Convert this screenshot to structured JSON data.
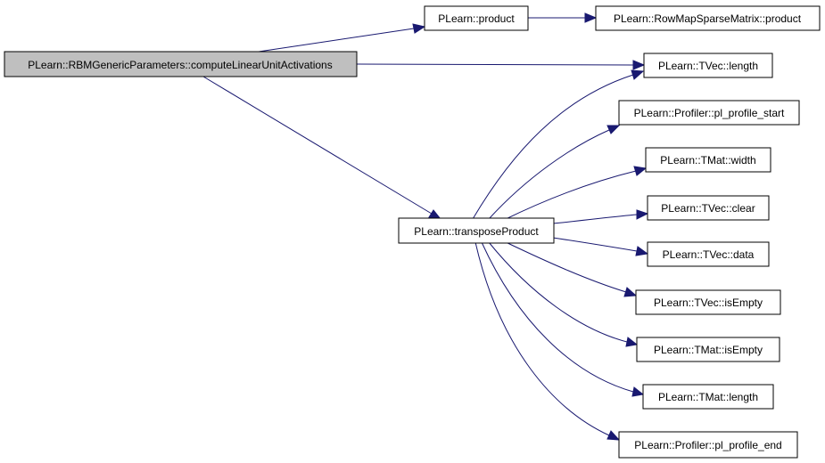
{
  "diagram": {
    "colors": {
      "edge": "#191970",
      "root_fill": "#bfbfbf",
      "node_fill": "#ffffff",
      "border": "#000000"
    },
    "nodes": {
      "root": "PLearn::RBMGenericParameters::computeLinearUnitActivations",
      "product": "PLearn::product",
      "rowmap_product": "PLearn::RowMapSparseMatrix::product",
      "tvec_length": "PLearn::TVec::length",
      "profile_start": "PLearn::Profiler::pl_profile_start",
      "tmat_width": "PLearn::TMat::width",
      "tvec_clear": "PLearn::TVec::clear",
      "tvec_data": "PLearn::TVec::data",
      "transpose_product": "PLearn::transposeProduct",
      "tvec_isempty": "PLearn::TVec::isEmpty",
      "tmat_isempty": "PLearn::TMat::isEmpty",
      "tmat_length": "PLearn::TMat::length",
      "profile_end": "PLearn::Profiler::pl_profile_end"
    },
    "edges": [
      {
        "from": "root",
        "to": "product"
      },
      {
        "from": "root",
        "to": "tvec_length"
      },
      {
        "from": "root",
        "to": "transpose_product"
      },
      {
        "from": "product",
        "to": "rowmap_product"
      },
      {
        "from": "transpose_product",
        "to": "tvec_length"
      },
      {
        "from": "transpose_product",
        "to": "profile_start"
      },
      {
        "from": "transpose_product",
        "to": "tmat_width"
      },
      {
        "from": "transpose_product",
        "to": "tvec_clear"
      },
      {
        "from": "transpose_product",
        "to": "tvec_data"
      },
      {
        "from": "transpose_product",
        "to": "tvec_isempty"
      },
      {
        "from": "transpose_product",
        "to": "tmat_isempty"
      },
      {
        "from": "transpose_product",
        "to": "tmat_length"
      },
      {
        "from": "transpose_product",
        "to": "profile_end"
      }
    ]
  }
}
